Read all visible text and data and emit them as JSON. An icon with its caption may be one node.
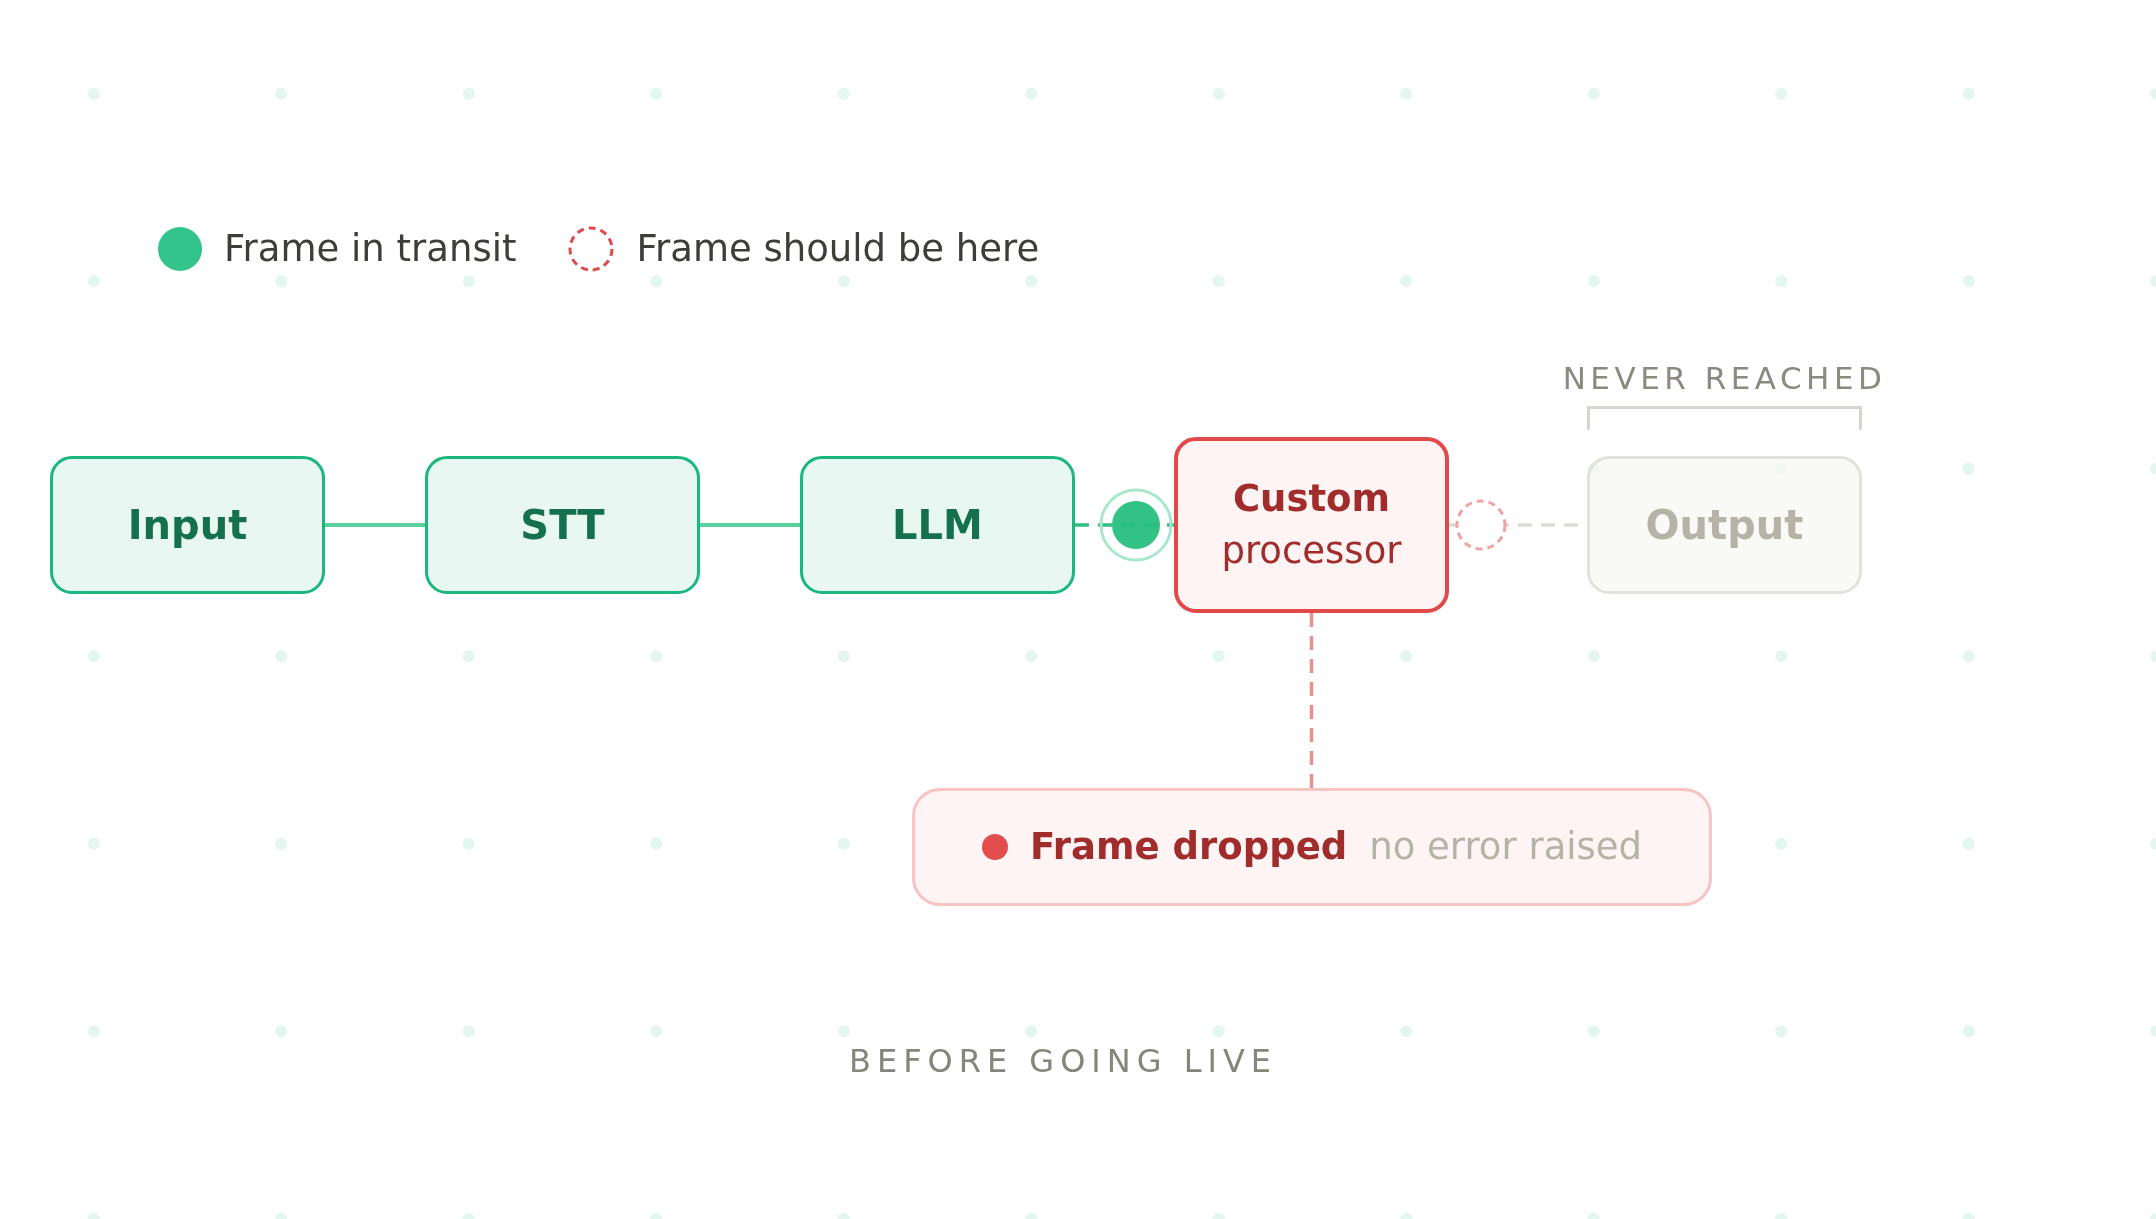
{
  "diagram": {
    "caption": "BEFORE GOING LIVE",
    "nodes": [
      {
        "text": [
          "Input"
        ]
      },
      {
        "text": [
          "STT"
        ]
      },
      {
        "text": [
          "LLM"
        ]
      },
      {
        "text": [
          "Custom",
          "processor"
        ]
      },
      {
        "text": [
          "Output"
        ],
        "beside": [
          "NEVER REACHED"
        ]
      },
      {
        "text": [
          "Frame dropped",
          "no error raised"
        ]
      }
    ],
    "edges": [
      {
        "from": 0,
        "to": 1,
        "arrow": "none"
      },
      {
        "from": 1,
        "to": 2,
        "arrow": "none"
      },
      {
        "from": 2,
        "to": 3,
        "arrow": "none",
        "style": "dashed",
        "color": "#2fbf85"
      },
      {
        "from": 3,
        "to": 4,
        "arrow": "none",
        "style": "dashed",
        "color": "#dcdcd6"
      },
      {
        "from": 3,
        "to": 5,
        "arrow": "none",
        "style": "dashed",
        "color": "#ec8f8f"
      }
    ],
    "legend": [
      {
        "text": "Frame in transit",
        "color": "#33c48b"
      },
      {
        "text": "Frame should be here"
      }
    ]
  }
}
